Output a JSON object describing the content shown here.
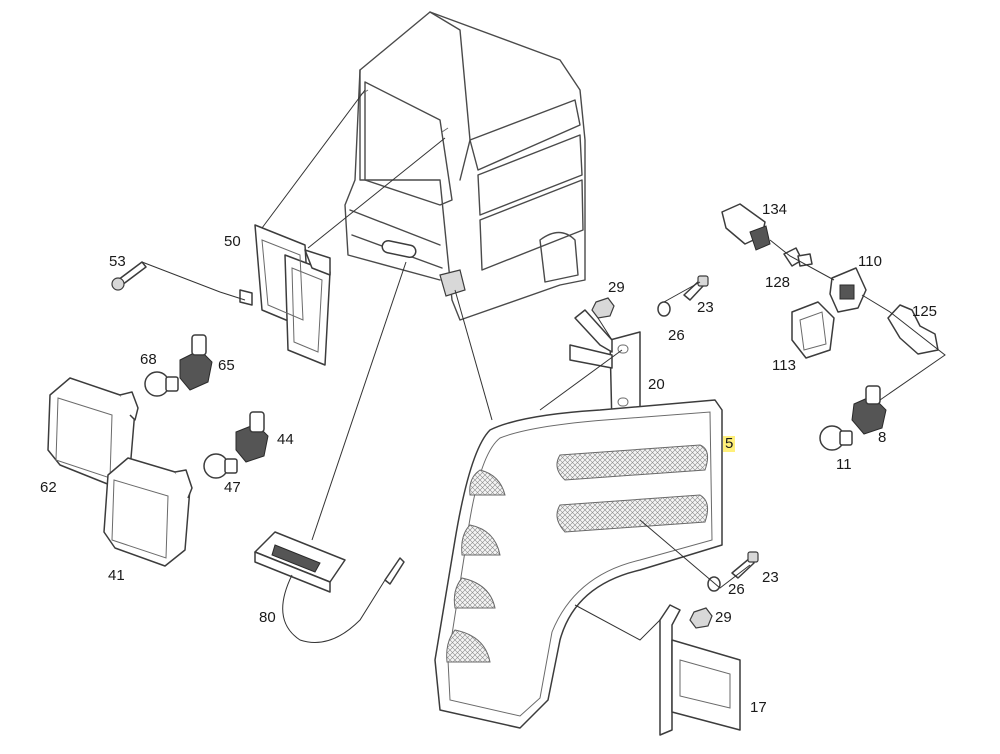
{
  "diagram": {
    "callouts": [
      {
        "id": "c53",
        "label": "53"
      },
      {
        "id": "c50",
        "label": "50"
      },
      {
        "id": "c68",
        "label": "68"
      },
      {
        "id": "c65",
        "label": "65"
      },
      {
        "id": "c62",
        "label": "62"
      },
      {
        "id": "c44",
        "label": "44"
      },
      {
        "id": "c47",
        "label": "47"
      },
      {
        "id": "c41",
        "label": "41"
      },
      {
        "id": "c80",
        "label": "80"
      },
      {
        "id": "c29a",
        "label": "29"
      },
      {
        "id": "c23a",
        "label": "23"
      },
      {
        "id": "c26a",
        "label": "26"
      },
      {
        "id": "c20",
        "label": "20"
      },
      {
        "id": "c5",
        "label": "5",
        "highlighted": true
      },
      {
        "id": "c134",
        "label": "134"
      },
      {
        "id": "c128",
        "label": "128"
      },
      {
        "id": "c110",
        "label": "110"
      },
      {
        "id": "c125",
        "label": "125"
      },
      {
        "id": "c113",
        "label": "113"
      },
      {
        "id": "c8",
        "label": "8"
      },
      {
        "id": "c11",
        "label": "11"
      },
      {
        "id": "c26b",
        "label": "26"
      },
      {
        "id": "c23b",
        "label": "23"
      },
      {
        "id": "c29b",
        "label": "29"
      },
      {
        "id": "c17",
        "label": "17"
      }
    ],
    "highlight_color": "#fff07a"
  }
}
